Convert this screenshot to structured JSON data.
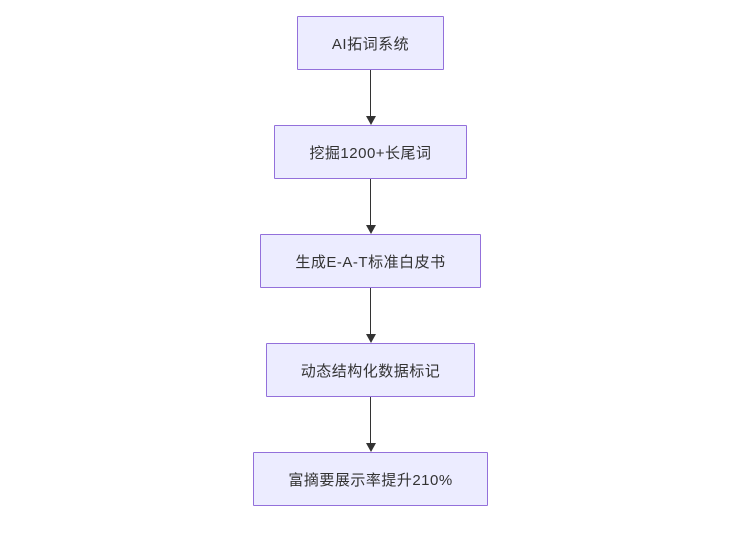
{
  "diagram": {
    "type": "flowchart",
    "direction": "top-down",
    "style": {
      "node_fill": "#ececff",
      "node_border": "#9370db",
      "text_color": "#333333",
      "arrow_color": "#333333",
      "background": "#ffffff"
    },
    "nodes": [
      {
        "id": "n1",
        "label": "AI拓词系统"
      },
      {
        "id": "n2",
        "label": "挖掘1200+长尾词"
      },
      {
        "id": "n3",
        "label": "生成E-A-T标准白皮书"
      },
      {
        "id": "n4",
        "label": "动态结构化数据标记"
      },
      {
        "id": "n5",
        "label": "富摘要展示率提升210%"
      }
    ],
    "edges": [
      {
        "from": "n1",
        "to": "n2"
      },
      {
        "from": "n2",
        "to": "n3"
      },
      {
        "from": "n3",
        "to": "n4"
      },
      {
        "from": "n4",
        "to": "n5"
      }
    ]
  }
}
